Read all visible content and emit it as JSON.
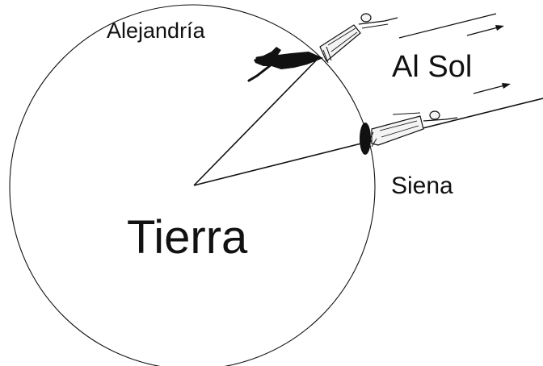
{
  "labels": {
    "alejandria": "Alejandría",
    "sun": "Al Sol",
    "siena": "Siena",
    "earth": "Tierra"
  },
  "colors": {
    "ink": "#111111",
    "background": "#ffffff",
    "figure_fill": "#f4f4f4"
  },
  "icons": {
    "alejandria_figure": "reclining-person-icon",
    "alejandria_shadow": "shadow-icon",
    "siena_figure": "reclining-person-icon",
    "siena_well": "well-icon",
    "sun_rays": "arrow-icon"
  }
}
